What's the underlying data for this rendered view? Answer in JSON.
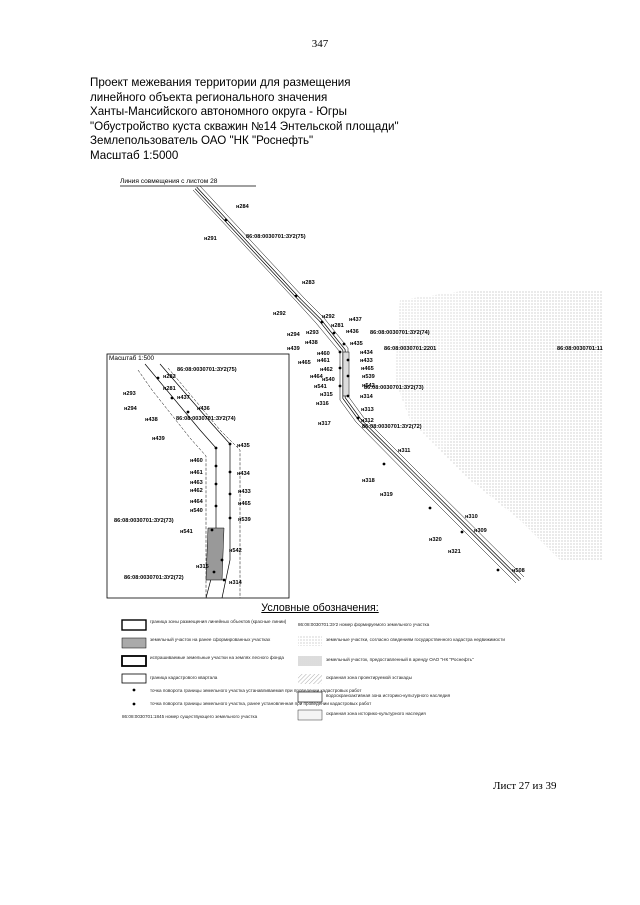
{
  "page_number": "347",
  "title_lines": [
    "Проект межевания территории для размещения",
    "линейного объекта регионального значения",
    "Ханты-Мансийского автономного округа - Югры",
    "\"Обустройство куста скважин №14 Энтельской площади\"",
    "Землепользователь ОАО \"НК \"Роснефть\"",
    "Масштаб 1:5000"
  ],
  "map": {
    "alignment_line_label": "Линия совмещения с листом 28",
    "inset_scale": "Масштаб 1:500",
    "main_labels": [
      "н284",
      "н291",
      "86:08:0030701:ЗУ2(75)",
      "н283",
      "н292",
      "н292",
      "н437",
      "н281",
      "н293",
      "н436",
      "н294",
      "86:08:0030701:ЗУ2(74)",
      "н438",
      "н435",
      "н439",
      "н460",
      "н434",
      "н465",
      "н461",
      "н433",
      "н462",
      "н465",
      "н464",
      "н539",
      "н540",
      "н541",
      "н542",
      "н315",
      "н314",
      "н316",
      "н313",
      "н312",
      "н317",
      "86:08:0030701:ЗУ2(73)",
      "86:08:0030701:2201",
      "86:08:0030701:11",
      "86:08:0030701:ЗУ2(72)",
      "н311",
      "н318",
      "н319",
      "н310",
      "н309",
      "н320",
      "н321",
      "н508"
    ],
    "inset_labels": [
      "86:08:0030701:ЗУ2(75)",
      "н282",
      "н281",
      "н293",
      "н437",
      "н294",
      "н436",
      "н438",
      "86:08:0030701:ЗУ2(74)",
      "н439",
      "н435",
      "н460",
      "н461",
      "н434",
      "н463",
      "н462",
      "н433",
      "н464",
      "н465",
      "н540",
      "86:08:0030701:ЗУ2(73)",
      "н539",
      "н541",
      "н542",
      "н315",
      "86:08:0030701:ЗУ2(72)",
      "н314"
    ]
  },
  "legend": {
    "title": "Условные обозначения:",
    "left": [
      "граница зоны размещения линейных объектов (красные линии)",
      "земельный участок на ранее сформированных участках",
      "испрашиваемые земельные участки на землях лесного фонда",
      "граница кадастрового квартала",
      "точка поворота границы земельного участка устанавливаемая при проведении кадастровых работ",
      "точка поворота границы земельного участка, ранее установленная при проведении кадастровых работ",
      "86:08:0030701:1845 номер существующего земельного участка"
    ],
    "right": [
      "86:08:0030701:ЗУ2 номер формируемого земельного участка",
      "земельные участки, согласно сведениям государственного кадастра недвижимости",
      "земельный участок, предоставленный в аренду ОАО \"НК \"Роснефть\"",
      "охранная зона проектируемой эстакады",
      "водоохраноактивная зона историко-культурного наследия",
      "охранная зона историко-культурного наследия"
    ]
  },
  "sheet_label": "Лист 27 из 39"
}
